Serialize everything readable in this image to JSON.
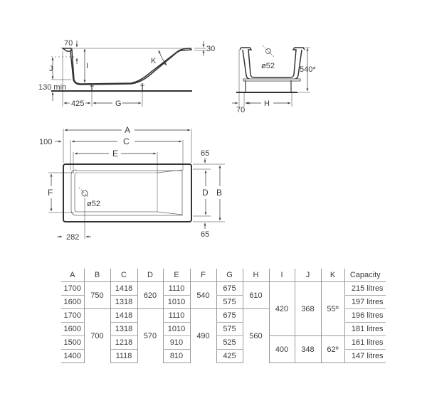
{
  "side_view": {
    "labels": {
      "rim_width": "70",
      "depth_J": "J",
      "depth_I": "I",
      "angle_K": "K",
      "rim_30": "30",
      "min_height": "130 min",
      "leg_offset": "425",
      "leg_spacing": "G"
    }
  },
  "end_view": {
    "labels": {
      "waste_diameter": "ø52",
      "height": "540*",
      "rim": "70",
      "leg_spacing": "H"
    }
  },
  "plan_view": {
    "labels": {
      "length_A": "A",
      "length_C": "C",
      "length_E": "E",
      "offset_100": "100",
      "top_65": "65",
      "bottom_65": "65",
      "width_B": "B",
      "width_D": "D",
      "width_F": "F",
      "waste_diameter": "ø52",
      "waste_offset": "282"
    }
  },
  "table": {
    "headers": [
      "A",
      "B",
      "C",
      "D",
      "E",
      "F",
      "G",
      "H",
      "I",
      "J",
      "K",
      "Capacity"
    ],
    "rows": [
      {
        "A": "1700",
        "C": "1418",
        "E": "1110",
        "G": "675",
        "capacity": "215 litres"
      },
      {
        "A": "1600",
        "C": "1318",
        "E": "1010",
        "G": "575",
        "capacity": "197 litres"
      },
      {
        "A": "1700",
        "C": "1418",
        "E": "1110",
        "G": "675",
        "capacity": "196 litres"
      },
      {
        "A": "1600",
        "C": "1318",
        "E": "1010",
        "G": "575",
        "capacity": "181 litres"
      },
      {
        "A": "1500",
        "C": "1218",
        "E": "910",
        "G": "525",
        "capacity": "161 litres"
      },
      {
        "A": "1400",
        "C": "1118",
        "E": "810",
        "G": "425",
        "capacity": "147 litres"
      }
    ],
    "merged": {
      "B_group1": "750",
      "B_group2": "700",
      "D_group1": "620",
      "D_group2": "570",
      "F_group1": "540",
      "F_group2": "490",
      "H_group1": "610",
      "H_group2": "560",
      "I_group1": "420",
      "I_group2": "400",
      "J_group1": "368",
      "J_group2": "348",
      "K_group1": "55º",
      "K_group2": "62º"
    }
  }
}
